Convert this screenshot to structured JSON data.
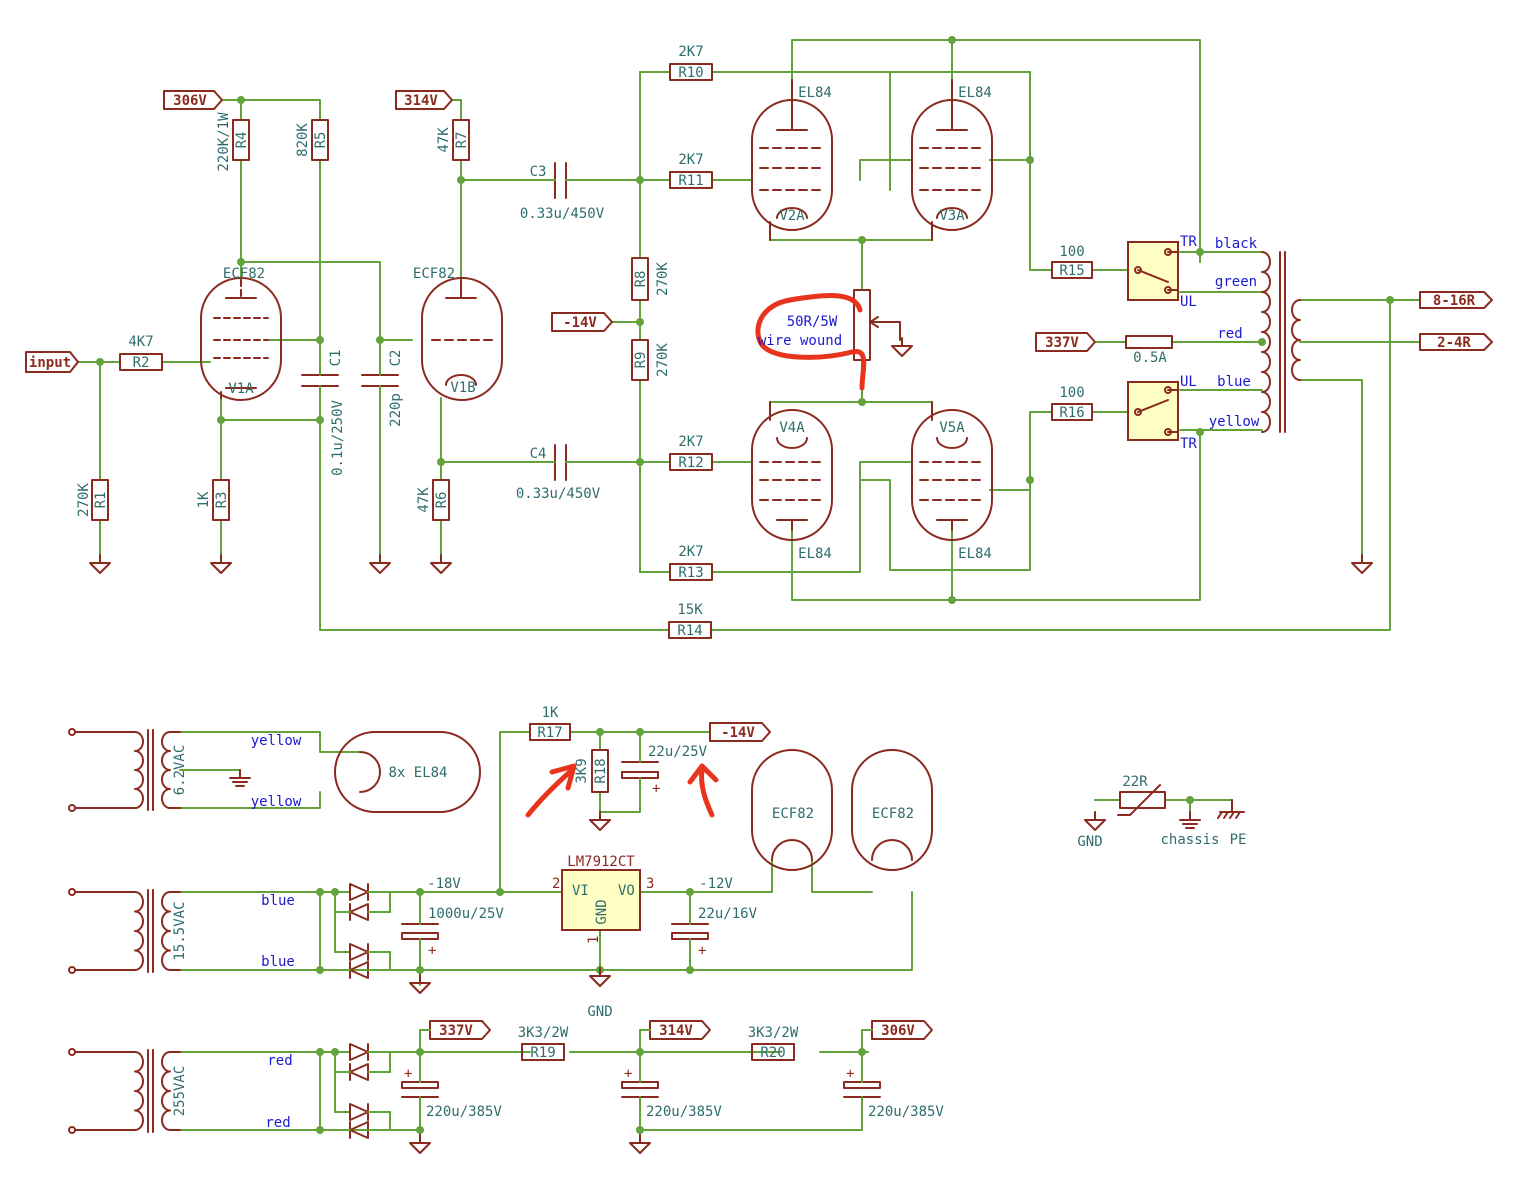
{
  "labels": {
    "input": "input",
    "rail_306": "306V",
    "rail_314": "314V",
    "neg14": "-14V",
    "rail_337": "337V",
    "out_8_16": "8-16R",
    "out_2_4": "2-4R"
  },
  "tubes": {
    "v1a_type": "ECF82",
    "v1a_ref": "V1A",
    "v1b_type": "ECF82",
    "v1b_ref": "V1B",
    "v2a_type": "EL84",
    "v2a_ref": "V2A",
    "v3a_type": "EL84",
    "v3a_ref": "V3A",
    "v4a_type": "EL84",
    "v4a_ref": "V4A",
    "v5a_type": "EL84",
    "v5a_ref": "V5A",
    "heater_el84": "8x EL84",
    "heater_ecf82_1": "ECF82",
    "heater_ecf82_2": "ECF82"
  },
  "components": {
    "R1": {
      "ref": "R1",
      "value": "270K"
    },
    "R2": {
      "ref": "R2",
      "value": "4K7"
    },
    "R3": {
      "ref": "R3",
      "value": "1K"
    },
    "R4": {
      "ref": "R4",
      "value": "220K/1W"
    },
    "R5": {
      "ref": "R5",
      "value": "820K"
    },
    "R6": {
      "ref": "R6",
      "value": "47K"
    },
    "R7": {
      "ref": "R7",
      "value": "47K"
    },
    "R8": {
      "ref": "R8",
      "value": "270K"
    },
    "R9": {
      "ref": "R9",
      "value": "270K"
    },
    "R10": {
      "ref": "R10",
      "value": "2K7"
    },
    "R11": {
      "ref": "R11",
      "value": "2K7"
    },
    "R12": {
      "ref": "R12",
      "value": "2K7"
    },
    "R13": {
      "ref": "R13",
      "value": "2K7"
    },
    "R14": {
      "ref": "R14",
      "value": "15K"
    },
    "R15": {
      "ref": "R15",
      "value": "100"
    },
    "R16": {
      "ref": "R16",
      "value": "100"
    },
    "R17": {
      "ref": "R17",
      "value": "1K"
    },
    "R18": {
      "ref": "R18",
      "value": "3K9"
    },
    "R19": {
      "ref": "R19",
      "value": "3K3/2W"
    },
    "R20": {
      "ref": "R20",
      "value": "3K3/2W"
    },
    "C1": {
      "ref": "C1",
      "value": "0.1u/250V"
    },
    "C2": {
      "ref": "C2",
      "value": "220p"
    },
    "C3": {
      "ref": "C3",
      "value": "0.33u/450V"
    },
    "C4": {
      "ref": "C4",
      "value": "0.33u/450V"
    },
    "pot": "50R/5W",
    "pot_note": "wire wound",
    "fuse": "0.5A",
    "ntc": "22R",
    "cap_22u25": "22u/25V",
    "cap_1000u": "1000u/25V",
    "cap_22u16": "22u/16V",
    "cap_220u_a": "220u/385V",
    "cap_220u_b": "220u/385V",
    "cap_220u_c": "220u/385V"
  },
  "transformer": {
    "black": "black",
    "green": "green",
    "red": "red",
    "blue": "blue",
    "yellow": "yellow",
    "tr_top": "TR",
    "ul_top": "UL",
    "ul_bot": "UL",
    "tr_bot": "TR"
  },
  "power": {
    "sec1": "6.2VAC",
    "sec1_top": "yellow",
    "sec1_bot": "yellow",
    "sec2": "15.5VAC",
    "sec2_top": "blue",
    "sec2_bot": "blue",
    "sec3": "255VAC",
    "sec3_top": "red",
    "sec3_bot": "red",
    "v_neg18": "-18V",
    "v_neg12": "-12V",
    "reg": "LM7912CT",
    "reg_vi": "VI",
    "reg_vo": "VO",
    "reg_gnd": "GND",
    "pin1": "1",
    "pin2": "2",
    "pin3": "3",
    "gnd": "GND",
    "gnd2": "GND",
    "chassis": "chassis",
    "pe": "PE"
  },
  "colors": {
    "wire": "#63a33b",
    "component": "#8b2a1e",
    "ref_text": "#2f6d6d",
    "net_text": "#1a1ad0",
    "relay_fill": "#ffffc3",
    "annotation": "#e8341c"
  }
}
